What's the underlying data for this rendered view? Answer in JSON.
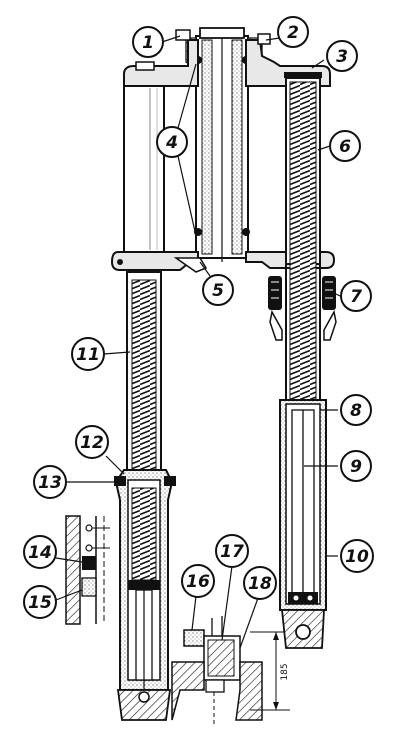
{
  "diagram": {
    "callouts": [
      "1",
      "2",
      "3",
      "4",
      "5",
      "6",
      "7",
      "8",
      "9",
      "10",
      "11",
      "12",
      "13",
      "14",
      "15",
      "16",
      "17",
      "18"
    ],
    "dimension_label": "185"
  },
  "colors": {
    "ink": "#111111",
    "paper": "#ffffff",
    "shade": "#bdbdbd"
  }
}
